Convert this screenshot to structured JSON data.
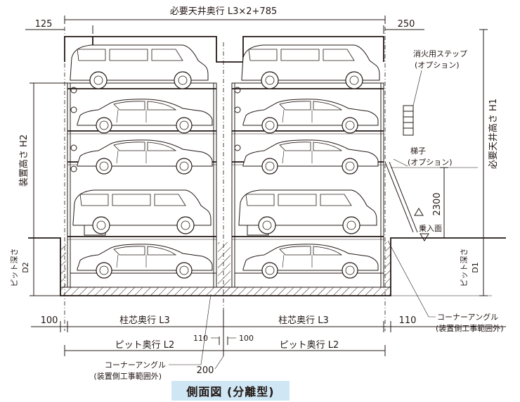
{
  "labels": {
    "ceiling_depth": "必要天井奥行 L3×2+785",
    "left_125": "125",
    "right_250": "250",
    "fire_step": "消火用ステップ",
    "fire_step_opt": "(オプション)",
    "height_h1": "必要天井高さ H1",
    "height_h2": "装置高さ H2",
    "ladder": "梯子",
    "ladder_opt": "(オプション)",
    "h_2300": "2300",
    "entry_face": "乗入面",
    "pit_d2": "ピット深さ",
    "pit_d2_sym": "D2",
    "pit_d1": "ピット深さ",
    "pit_d1_sym": "D1",
    "dim_100": "100",
    "col_l3_left": "柱芯奥行 L3",
    "col_l3_right": "柱芯奥行 L3",
    "dim_110_right": "110",
    "corner_angle_right": "コーナーアングル",
    "corner_angle_right_note": "(装置側工事範囲外)",
    "dim_110_mid": "110",
    "dim_100_mid": "100",
    "pit_l2_left": "ピット奥行 L2",
    "pit_l2_right": "ピット奥行 L2",
    "corner_angle_left": "コーナーアングル",
    "corner_angle_left_note": "(装置側工事範囲外)",
    "dim_200": "200",
    "caption": "側面図 (分離型)"
  }
}
